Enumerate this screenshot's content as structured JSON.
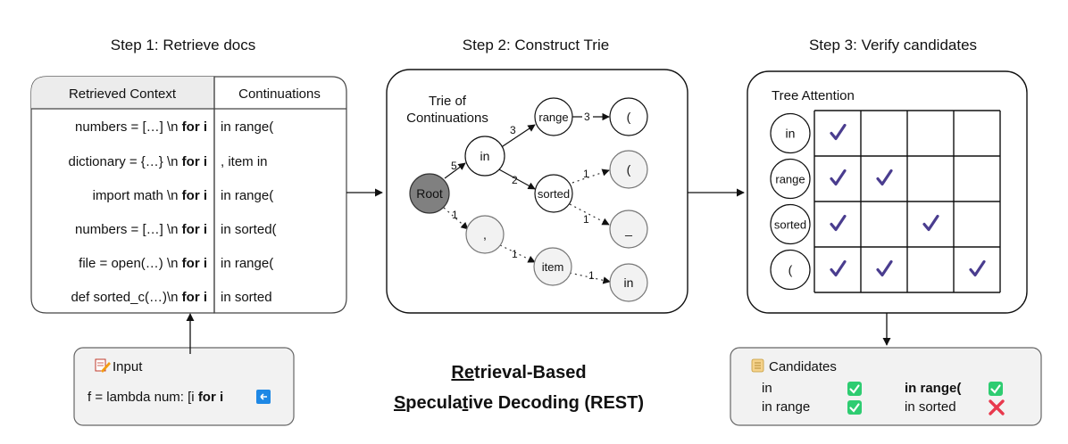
{
  "steps": {
    "step1": "Step 1: Retrieve docs",
    "step2": "Step 2: Construct Trie",
    "step3": "Step 3: Verify candidates"
  },
  "table": {
    "context_header": "Retrieved Context",
    "cont_header": "Continuations",
    "rows": [
      {
        "ctx_pre": "numbers = […] \\n ",
        "ctx_bold": "for i",
        "cont": "in range("
      },
      {
        "ctx_pre": "dictionary = {…} \\n ",
        "ctx_bold": "for i",
        "cont": ", item in"
      },
      {
        "ctx_pre": "import math \\n ",
        "ctx_bold": "for i",
        "cont": "in range("
      },
      {
        "ctx_pre": "numbers = […] \\n ",
        "ctx_bold": "for i",
        "cont": "in sorted("
      },
      {
        "ctx_pre": "file = open(…) \\n ",
        "ctx_bold": "for i",
        "cont": "in range("
      },
      {
        "ctx_pre": "def sorted_c(…)\\n ",
        "ctx_bold": "for i",
        "cont": "in sorted"
      }
    ]
  },
  "input": {
    "icon": "memo-icon",
    "title": "Input",
    "text_pre": "f = lambda num: [i ",
    "text_bold": "for i",
    "enter_icon": "enter-key-icon"
  },
  "trie": {
    "title_line1": "Trie of",
    "title_line2": "Continuations",
    "nodes": {
      "root": "Root",
      "in": "in",
      "comma": ",",
      "range": "range",
      "sorted": "sorted",
      "item": "item",
      "paren1": "(",
      "paren2": "(",
      "underscore": "_",
      "in2": "in"
    },
    "edges": {
      "root_in": "5",
      "root_comma": "1",
      "in_range": "3",
      "in_sorted": "2",
      "range_paren": "3",
      "sorted_paren": "1",
      "sorted_underscore": "1",
      "comma_item": "1",
      "item_in": "1"
    }
  },
  "title": {
    "line1_u": "Re",
    "line1_rest": "trieval-Based",
    "line2_u1": "S",
    "line2_mid1": "pecula",
    "line2_u2": "t",
    "line2_rest": "ive Decoding (REST)"
  },
  "attention": {
    "title": "Tree Attention",
    "row_labels": [
      "in",
      "range",
      "sorted",
      "("
    ],
    "checks": [
      [
        true,
        false,
        false,
        false
      ],
      [
        true,
        true,
        false,
        false
      ],
      [
        true,
        false,
        true,
        false
      ],
      [
        true,
        true,
        false,
        true
      ]
    ],
    "check_color": "#4a3d8f"
  },
  "candidates": {
    "icon": "scroll-icon",
    "title": "Candidates",
    "items": [
      {
        "label": "in",
        "bold": false,
        "accepted": true
      },
      {
        "label": "in range",
        "bold": false,
        "accepted": true
      },
      {
        "label": "in range(",
        "bold": true,
        "accepted": true
      },
      {
        "label": "in sorted",
        "bold": false,
        "accepted": false
      }
    ],
    "accept_color": "#2ecc71",
    "reject_color": "#e8394d"
  }
}
